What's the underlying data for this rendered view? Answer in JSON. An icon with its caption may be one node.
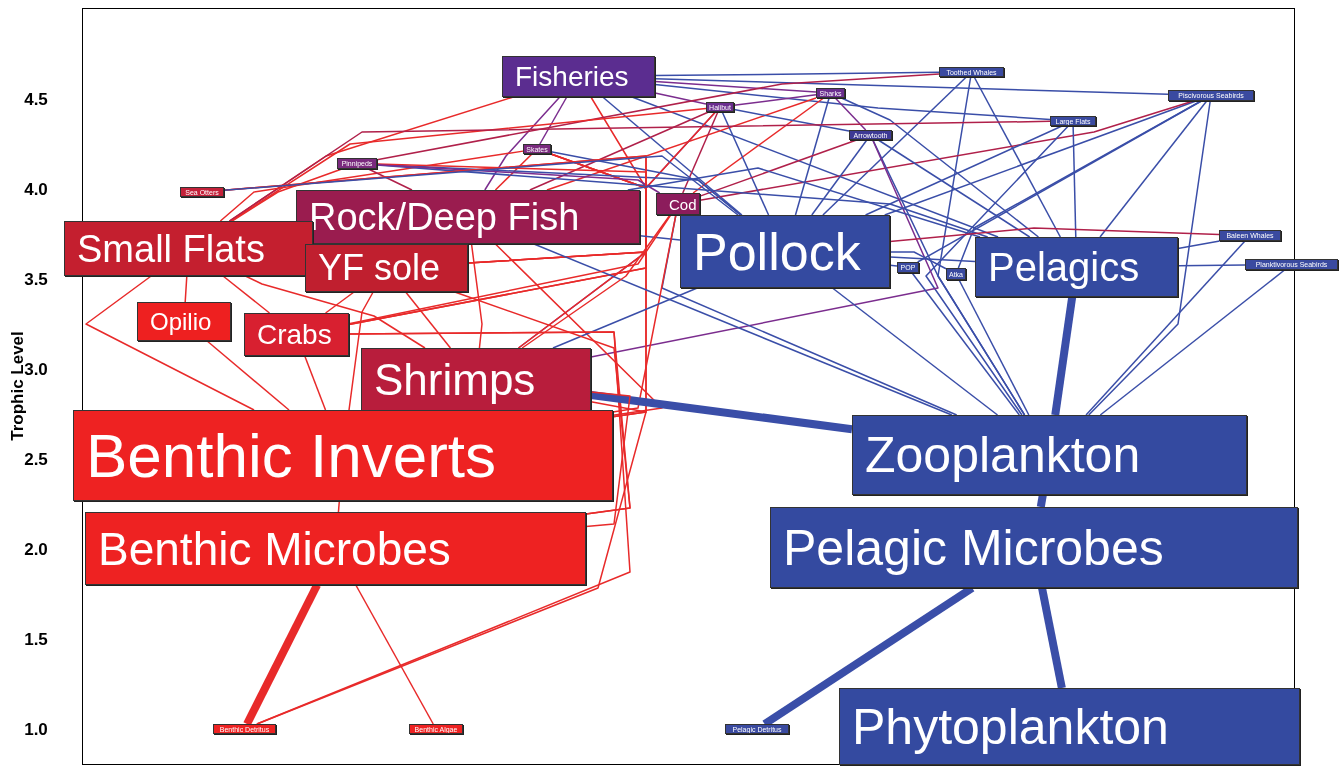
{
  "diagram": {
    "nodes": [
      {
        "text": [
          "Fisheries"
        ]
      },
      {
        "text": [
          "Toothed Whales"
        ]
      },
      {
        "text": [
          "Sharks"
        ]
      },
      {
        "text": [
          "Piscivorous Seabirds"
        ]
      },
      {
        "text": [
          "Halibut"
        ]
      },
      {
        "text": [
          "Large Flats"
        ]
      },
      {
        "text": [
          "Arrowtooth"
        ]
      },
      {
        "text": [
          "Skates"
        ]
      },
      {
        "text": [
          "Pinnipeds"
        ]
      },
      {
        "text": [
          "Sea Otters"
        ]
      },
      {
        "text": [
          "Rock/Deep Fish"
        ]
      },
      {
        "text": [
          "Cod"
        ]
      },
      {
        "text": [
          "Small Flats"
        ]
      },
      {
        "text": [
          "Pollock"
        ]
      },
      {
        "text": [
          "YF sole"
        ]
      },
      {
        "text": [
          "POP"
        ]
      },
      {
        "text": [
          "Atka"
        ]
      },
      {
        "text": [
          "Pelagics"
        ]
      },
      {
        "text": [
          "Baleen Whales"
        ]
      },
      {
        "text": [
          "Planktivorous Seabirds"
        ]
      },
      {
        "text": [
          "Opilio"
        ]
      },
      {
        "text": [
          "Crabs"
        ]
      },
      {
        "text": [
          "Shrimps"
        ]
      },
      {
        "text": [
          "Benthic Inverts"
        ]
      },
      {
        "text": [
          "Zooplankton"
        ]
      },
      {
        "text": [
          "Benthic Microbes"
        ]
      },
      {
        "text": [
          "Pelagic Microbes"
        ]
      },
      {
        "text": [
          "Benthic Detritus"
        ]
      },
      {
        "text": [
          "Benthic Algae"
        ]
      },
      {
        "text": [
          "Pelagic Detritus"
        ]
      },
      {
        "text": [
          "Phytoplankton"
        ]
      }
    ],
    "edges": [
      {
        "from": 0,
        "to": 1,
        "arrow": "none"
      },
      {
        "from": 0,
        "to": 3,
        "arrow": "none"
      },
      {
        "from": 0,
        "to": 5,
        "arrow": "none"
      },
      {
        "from": 0,
        "to": 13,
        "arrow": "none"
      },
      {
        "from": 0,
        "to": 17,
        "arrow": "none"
      },
      {
        "from": 0,
        "to": 2,
        "arrow": "none",
        "color": "#7b2d8e"
      },
      {
        "from": 0,
        "to": 4,
        "arrow": "none",
        "color": "#7b2d8e"
      },
      {
        "from": 0,
        "to": 7,
        "arrow": "none",
        "color": "#7b2d8e"
      },
      {
        "from": 0,
        "to": 10,
        "arrow": "none",
        "color": "#7b2d8e"
      },
      {
        "from": 0,
        "to": 12,
        "arrow": "none",
        "color": "#e82a2a"
      },
      {
        "from": 0,
        "to": 14,
        "arrow": "none",
        "color": "#e82a2a"
      },
      {
        "from": 1,
        "to": 13,
        "arrow": "none"
      },
      {
        "from": 1,
        "to": 17,
        "arrow": "none"
      },
      {
        "from": 1,
        "to": 24,
        "arrow": "none"
      },
      {
        "from": 1,
        "to": 8,
        "arrow": "none",
        "color": "#b0204a"
      },
      {
        "from": 3,
        "to": 17,
        "arrow": "none"
      },
      {
        "from": 3,
        "to": 13,
        "arrow": "none"
      },
      {
        "from": 3,
        "to": 24,
        "arrow": "none"
      },
      {
        "from": 3,
        "to": 16,
        "arrow": "none"
      },
      {
        "from": 3,
        "to": 15,
        "arrow": "none"
      },
      {
        "from": 3,
        "to": 11,
        "arrow": "none",
        "color": "#b0204a"
      },
      {
        "from": 2,
        "to": 13,
        "arrow": "none"
      },
      {
        "from": 2,
        "to": 17,
        "arrow": "none"
      },
      {
        "from": 2,
        "to": 10,
        "arrow": "none",
        "color": "#e82a2a"
      },
      {
        "from": 2,
        "to": 11,
        "arrow": "none",
        "color": "#e82a2a"
      },
      {
        "from": 2,
        "to": 4,
        "arrow": "none",
        "color": "#7b2d8e"
      },
      {
        "from": 2,
        "to": 6,
        "arrow": "none",
        "color": "#7b2d8e"
      },
      {
        "from": 4,
        "to": 13,
        "arrow": "none"
      },
      {
        "from": 4,
        "to": 6,
        "arrow": "none"
      },
      {
        "from": 4,
        "to": 10,
        "arrow": "none",
        "color": "#b0204a"
      },
      {
        "from": 4,
        "to": 11,
        "arrow": "none",
        "color": "#b0204a"
      },
      {
        "from": 4,
        "to": 22,
        "arrow": "none",
        "color": "#7b2d8e"
      },
      {
        "from": 4,
        "to": 21,
        "arrow": "none",
        "color": "#e82a2a"
      },
      {
        "from": 4,
        "to": 12,
        "arrow": "none",
        "color": "#e82a2a"
      },
      {
        "from": 5,
        "to": 17,
        "arrow": "none"
      },
      {
        "from": 5,
        "to": 24,
        "arrow": "none"
      },
      {
        "from": 5,
        "to": 13,
        "arrow": "none"
      },
      {
        "from": 5,
        "to": 12,
        "arrow": "none",
        "color": "#b0204a"
      },
      {
        "from": 6,
        "to": 13,
        "arrow": "none"
      },
      {
        "from": 6,
        "to": 17,
        "arrow": "none"
      },
      {
        "from": 6,
        "to": 24,
        "arrow": "none"
      },
      {
        "from": 6,
        "to": 11,
        "arrow": "none",
        "color": "#b0204a"
      },
      {
        "from": 6,
        "to": 22,
        "arrow": "none",
        "color": "#7b2d8e"
      },
      {
        "from": 7,
        "to": 13,
        "arrow": "none"
      },
      {
        "from": 7,
        "to": 10,
        "arrow": "none",
        "color": "#e82a2a"
      },
      {
        "from": 7,
        "to": 23,
        "arrow": "none",
        "color": "#e82a2a"
      },
      {
        "from": 7,
        "to": 22,
        "arrow": "none",
        "color": "#e82a2a"
      },
      {
        "from": 7,
        "to": 12,
        "arrow": "none",
        "color": "#e82a2a"
      },
      {
        "from": 7,
        "to": 14,
        "arrow": "none",
        "color": "#e82a2a"
      },
      {
        "from": 8,
        "to": 13,
        "arrow": "none"
      },
      {
        "from": 8,
        "to": 17,
        "arrow": "none"
      },
      {
        "from": 8,
        "to": 10,
        "arrow": "none",
        "color": "#b0204a"
      },
      {
        "from": 8,
        "to": 12,
        "arrow": "none",
        "color": "#e82a2a"
      },
      {
        "from": 8,
        "to": 14,
        "arrow": "none",
        "color": "#e82a2a"
      },
      {
        "from": 8,
        "to": 11,
        "arrow": "none",
        "color": "#7b2d8e"
      },
      {
        "from": 9,
        "to": 23,
        "arrow": "none",
        "color": "#e82a2a"
      },
      {
        "from": 9,
        "to": 21,
        "arrow": "none",
        "color": "#e82a2a"
      },
      {
        "from": 9,
        "to": 13,
        "arrow": "none"
      },
      {
        "from": 10,
        "to": 13,
        "arrow": "none"
      },
      {
        "from": 10,
        "to": 17,
        "arrow": "none"
      },
      {
        "from": 10,
        "to": 24,
        "arrow": "none"
      },
      {
        "from": 10,
        "to": 22,
        "arrow": "none",
        "color": "#e82a2a"
      },
      {
        "from": 10,
        "to": 23,
        "arrow": "none",
        "color": "#e82a2a"
      },
      {
        "from": 11,
        "to": 24,
        "arrow": "none"
      },
      {
        "from": 11,
        "to": 22,
        "arrow": "none",
        "color": "#e82a2a"
      },
      {
        "from": 11,
        "to": 21,
        "arrow": "none",
        "color": "#e82a2a"
      },
      {
        "from": 11,
        "to": 23,
        "arrow": "none",
        "color": "#e82a2a"
      },
      {
        "from": 12,
        "to": 23,
        "arrow": "none",
        "color": "#e82a2a"
      },
      {
        "from": 12,
        "to": 22,
        "arrow": "none",
        "color": "#e82a2a"
      },
      {
        "from": 12,
        "to": 21,
        "arrow": "none",
        "color": "#e82a2a"
      },
      {
        "from": 12,
        "to": 20,
        "arrow": "none",
        "color": "#e82a2a"
      },
      {
        "from": 13,
        "to": 24,
        "arrow": "none"
      },
      {
        "from": 13,
        "to": 17,
        "arrow": "none"
      },
      {
        "from": 13,
        "to": 22,
        "arrow": "none"
      },
      {
        "from": 13,
        "to": 15,
        "arrow": "none"
      },
      {
        "from": 13,
        "to": 16,
        "arrow": "none"
      },
      {
        "from": 14,
        "to": 23,
        "arrow": "none",
        "color": "#e82a2a"
      },
      {
        "from": 14,
        "to": 22,
        "arrow": "none",
        "color": "#e82a2a"
      },
      {
        "from": 14,
        "to": 25,
        "arrow": "none",
        "color": "#e82a2a"
      },
      {
        "from": 14,
        "to": 21,
        "arrow": "none",
        "color": "#e82a2a"
      },
      {
        "from": 15,
        "to": 24,
        "arrow": "none"
      },
      {
        "from": 16,
        "to": 24,
        "arrow": "none"
      },
      {
        "from": 17,
        "to": 24,
        "arrow": "none",
        "style": "thick"
      },
      {
        "from": 18,
        "to": 24,
        "arrow": "none"
      },
      {
        "from": 18,
        "to": 17,
        "arrow": "none"
      },
      {
        "from": 18,
        "to": 13,
        "arrow": "none",
        "color": "#b0204a"
      },
      {
        "from": 19,
        "to": 24,
        "arrow": "none"
      },
      {
        "from": 19,
        "to": 17,
        "arrow": "none"
      },
      {
        "from": 20,
        "to": 23,
        "arrow": "none",
        "color": "#e82a2a"
      },
      {
        "from": 21,
        "to": 23,
        "arrow": "none",
        "color": "#e82a2a"
      },
      {
        "from": 21,
        "to": 25,
        "arrow": "none",
        "color": "#e82a2a"
      },
      {
        "from": 21,
        "to": 27,
        "arrow": "none",
        "color": "#e82a2a"
      },
      {
        "from": 22,
        "to": 24,
        "arrow": "none",
        "style": "thick"
      },
      {
        "from": 22,
        "to": 25,
        "arrow": "none",
        "color": "#e82a2a"
      },
      {
        "from": 22,
        "to": 27,
        "arrow": "none",
        "color": "#e82a2a"
      },
      {
        "from": 23,
        "to": 25,
        "arrow": "none",
        "color": "#e82a2a"
      },
      {
        "from": 25,
        "to": 28,
        "arrow": "none",
        "color": "#e82a2a"
      },
      {
        "from": 25,
        "to": 27,
        "arrow": "none",
        "style": "thick",
        "color": "#e82a2a"
      },
      {
        "from": 24,
        "to": 26,
        "arrow": "none",
        "style": "thick"
      },
      {
        "from": 26,
        "to": 30,
        "arrow": "none",
        "style": "thick"
      },
      {
        "from": 26,
        "to": 29,
        "arrow": "none",
        "style": "thick"
      }
    ],
    "labels": [
      "4.5",
      "4.0",
      "3.5",
      "3.0",
      "2.5",
      "2.0",
      "1.5",
      "1.0",
      "Trophic Level"
    ]
  }
}
